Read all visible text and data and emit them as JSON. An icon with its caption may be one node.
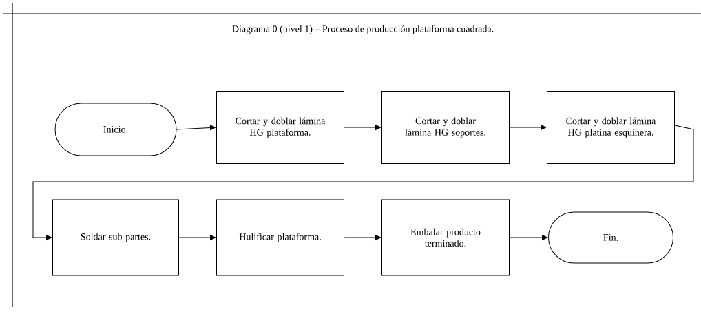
{
  "diagram": {
    "title": "Diagrama 0 (nivel 1) – Proceso de producción plataforma cuadrada.",
    "nodes": [
      {
        "text": [
          "Inicio."
        ]
      },
      {
        "text": [
          "Cortar y doblar lámina HG plataforma."
        ]
      },
      {
        "text": [
          "Cortar y doblar lámina HG soportes."
        ]
      },
      {
        "text": [
          "Cortar y doblar lámina HG platina esquinera."
        ]
      },
      {
        "text": [
          "Soldar sub partes."
        ]
      },
      {
        "text": [
          "Hulificar plataforma."
        ]
      },
      {
        "text": [
          "Embalar producto terminado."
        ]
      },
      {
        "text": [
          "Fin."
        ]
      }
    ],
    "edges": [
      {
        "from": 0,
        "to": 1,
        "arrow": "to"
      },
      {
        "from": 1,
        "to": 2,
        "arrow": "to"
      },
      {
        "from": 2,
        "to": 3,
        "arrow": "to"
      },
      {
        "from": 3,
        "to": 4,
        "arrow": "to"
      },
      {
        "from": 4,
        "to": 5,
        "arrow": "to"
      },
      {
        "from": 5,
        "to": 6,
        "arrow": "to"
      },
      {
        "from": 6,
        "to": 7,
        "arrow": "to"
      }
    ]
  }
}
